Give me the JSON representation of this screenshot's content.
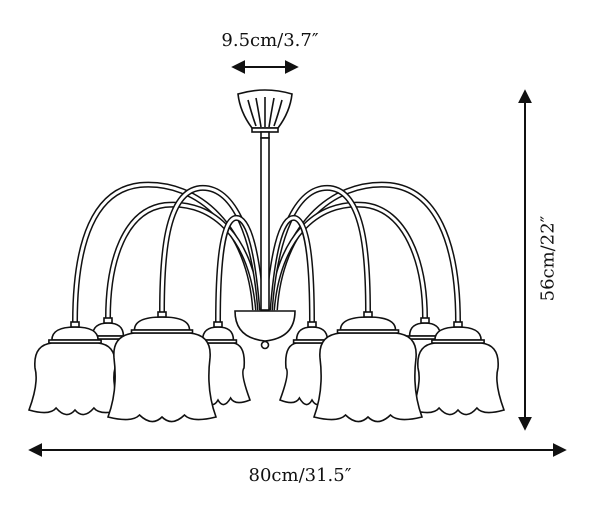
{
  "dimensions": {
    "diameter_top": "9.5cm/3.7″",
    "width": "80cm/31.5″",
    "height": "56cm/22″"
  },
  "colors": {
    "line": "#111111",
    "background": "#ffffff"
  },
  "fixture": {
    "arms": 8
  }
}
